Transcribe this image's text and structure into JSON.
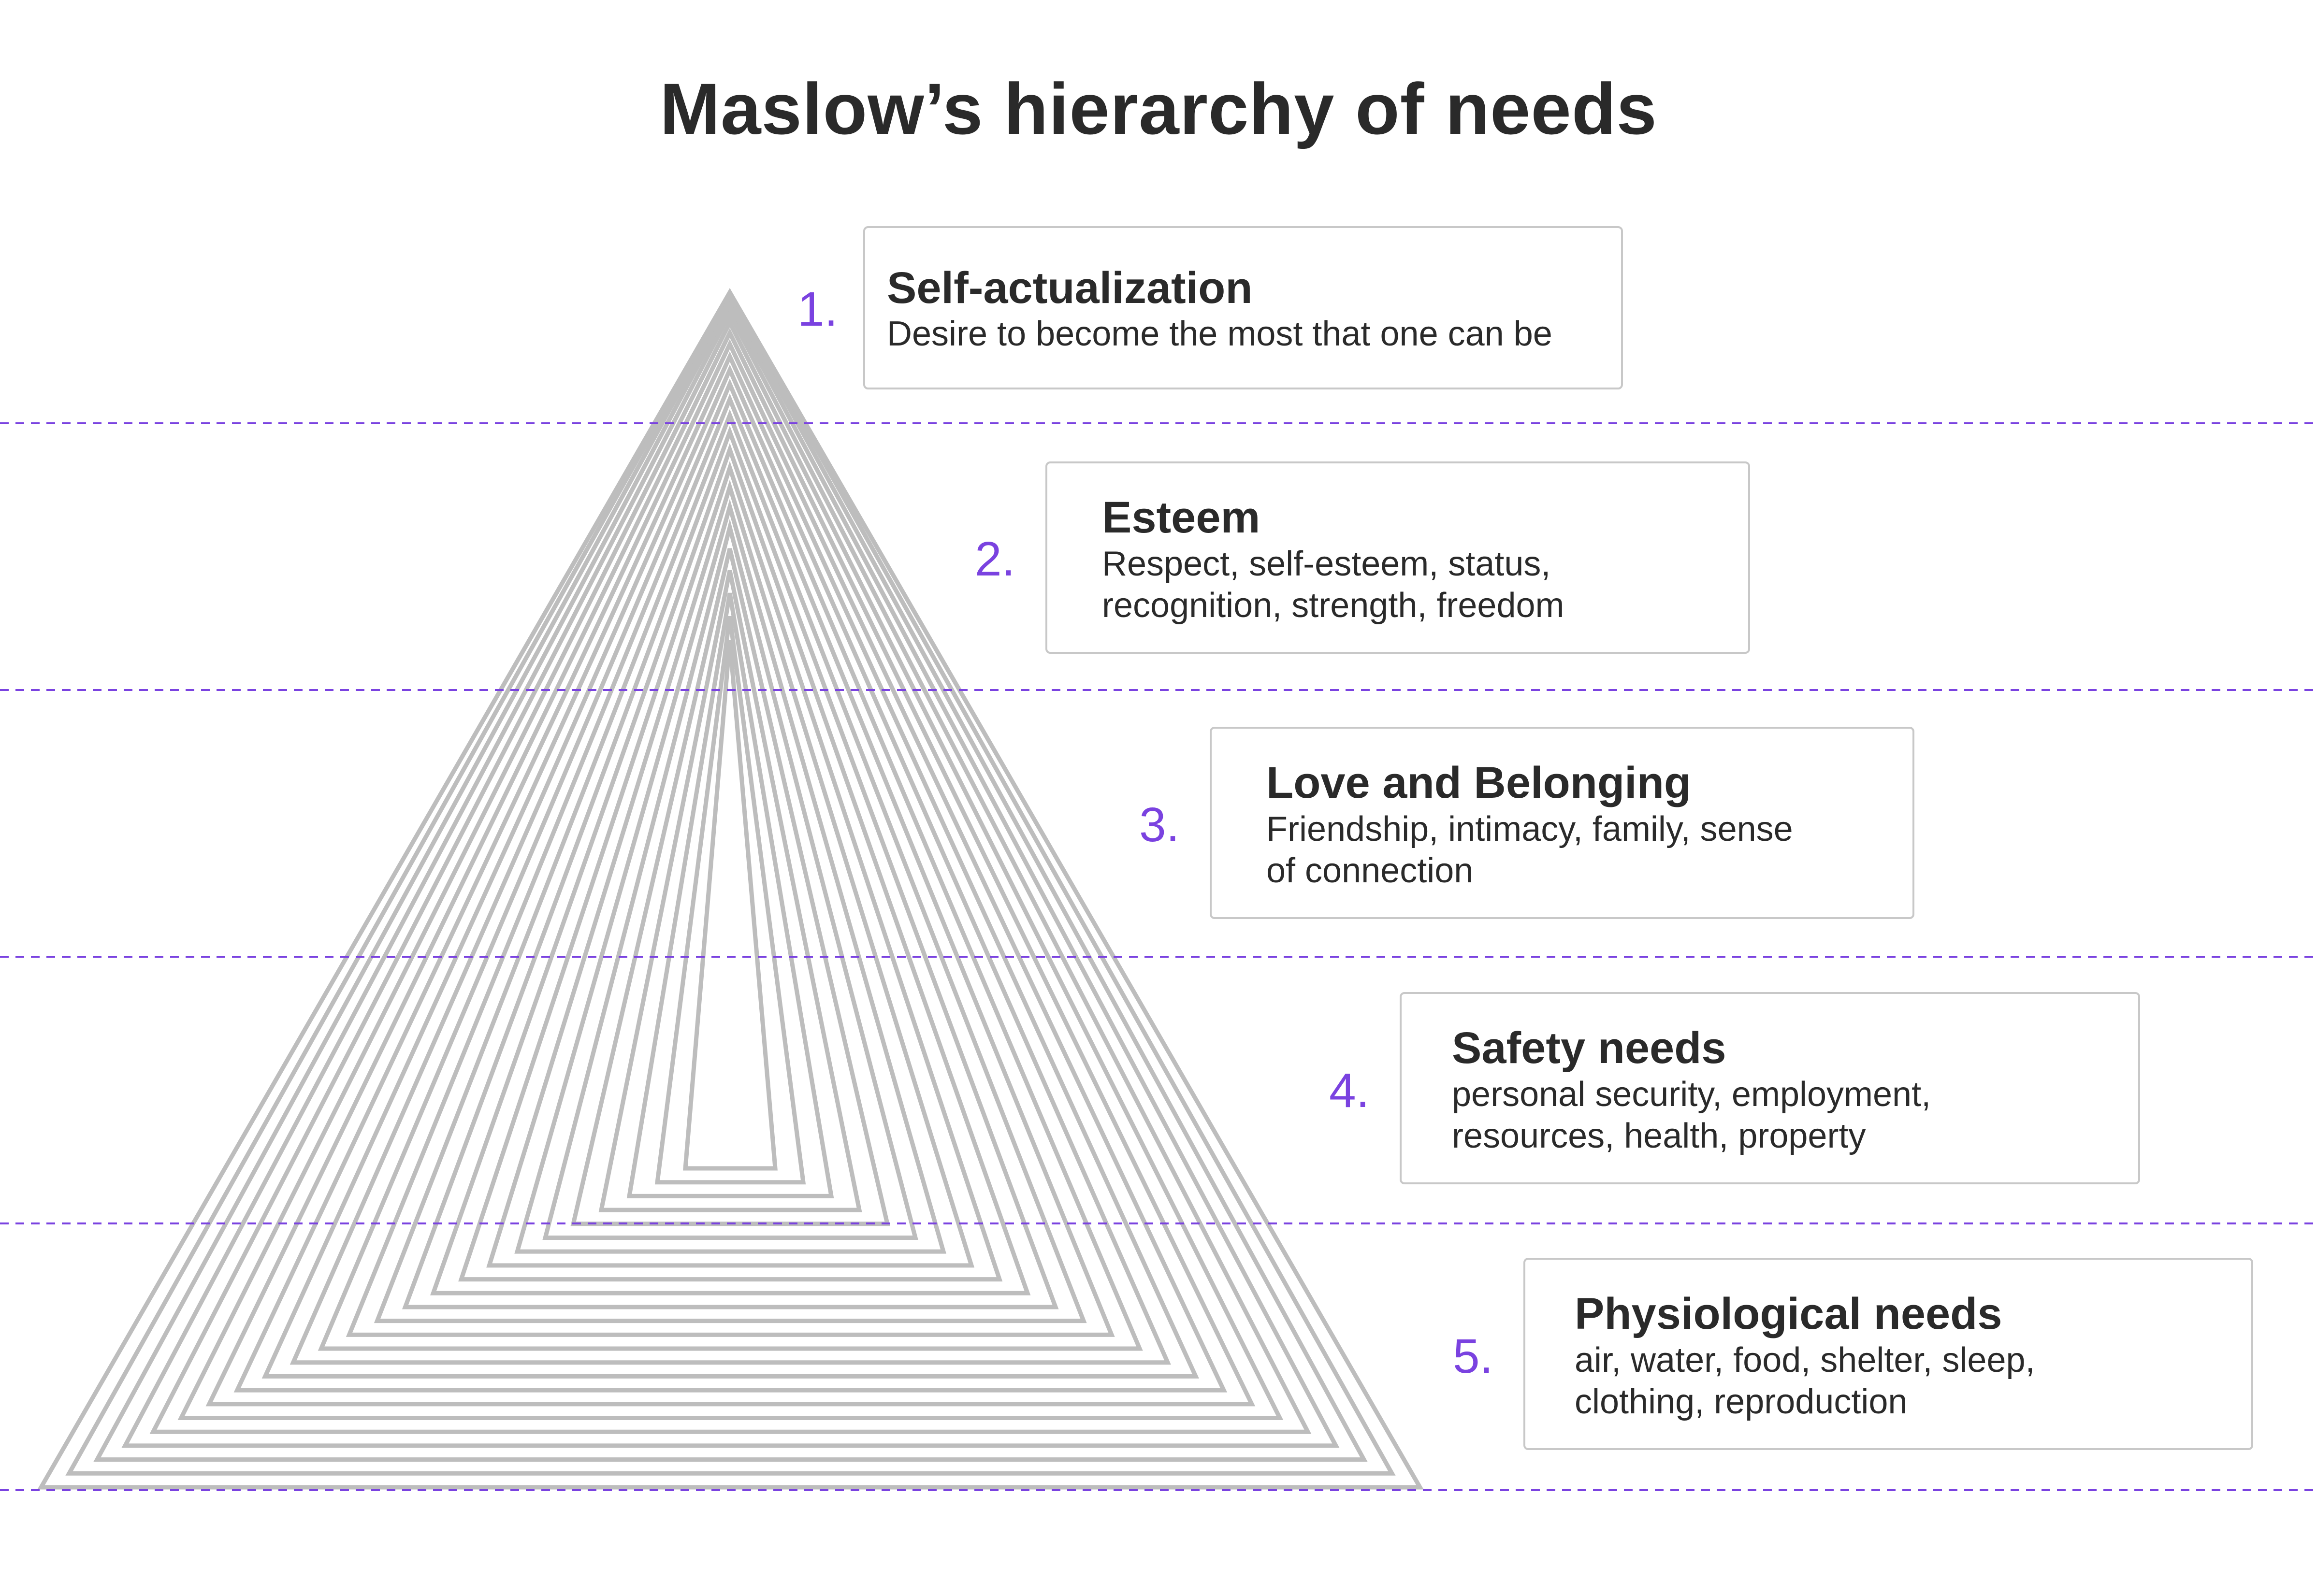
{
  "title": "Maslow’s hierarchy of needs",
  "colors": {
    "accent": "#7a42e0",
    "pyramid_stroke": "#bdbdbd",
    "card_border": "#c8c8c8",
    "text": "#2a2a2a"
  },
  "levels": [
    {
      "number": "1.",
      "title": "Self-actualization",
      "description_lines": [
        "Desire to become the most that one can be"
      ]
    },
    {
      "number": "2.",
      "title": "Esteem",
      "description_lines": [
        "Respect, self-esteem, status,",
        "recognition, strength, freedom"
      ]
    },
    {
      "number": "3.",
      "title": "Love and Belonging",
      "description_lines": [
        "Friendship, intimacy, family, sense",
        "of connection"
      ]
    },
    {
      "number": "4.",
      "title": "Safety needs",
      "description_lines": [
        "personal security, employment,",
        "resources, health, property"
      ]
    },
    {
      "number": "5.",
      "title": "Physiological needs",
      "description_lines": [
        "air, water, food, shelter, sleep,",
        "clothing, reproduction"
      ]
    }
  ]
}
